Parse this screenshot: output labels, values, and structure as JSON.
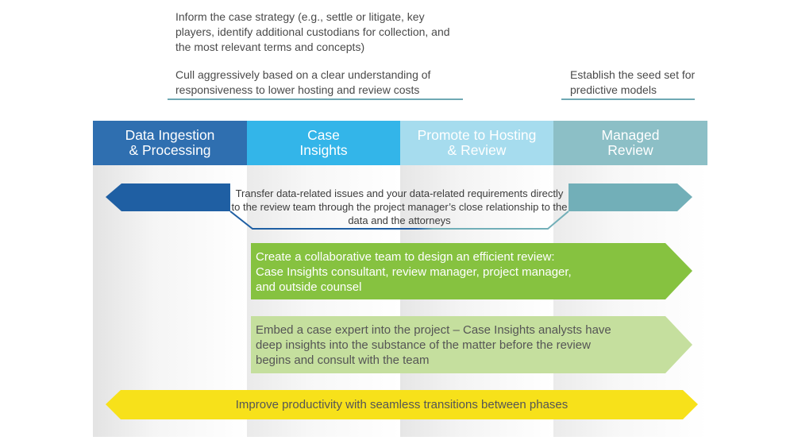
{
  "notes": {
    "case_strategy": "Inform the case strategy (e.g., settle or litigate, key players, identify additional custodians for collection, and the most relevant terms and concepts)",
    "cull": "Cull aggressively based on a clear understanding of responsiveness to lower hosting and review costs",
    "seed_set": "Establish the seed set for predictive models"
  },
  "phases": [
    {
      "label": "Data Ingestion\n& Processing",
      "color": "#2f6fb0"
    },
    {
      "label": "Case\nInsights",
      "color": "#33b5e9"
    },
    {
      "label": "Promote to Hosting\n& Review",
      "color": "#a6dcee"
    },
    {
      "label": "Managed\nReview",
      "color": "#8cbfc6"
    }
  ],
  "rows": {
    "transfer": "Transfer data-related issues and your data-related requirements directly to the review team through the project manager’s close relationship to the data and the attorneys",
    "collaborative": "Create a collaborative team to design an efficient review:\nCase Insights consultant, review manager, project manager,\nand outside counsel",
    "embed": "Embed a case expert into the project – Case Insights analysts have\ndeep insights into the substance of the matter before the review\nbegins and consult with the team",
    "improve": "Improve productivity with seamless transitions between phases"
  },
  "colors": {
    "dark_blue": "#1f5fa3",
    "teal": "#72afb8",
    "green": "#86c240",
    "light_green": "#c5df9e",
    "yellow": "#f7e11a"
  }
}
